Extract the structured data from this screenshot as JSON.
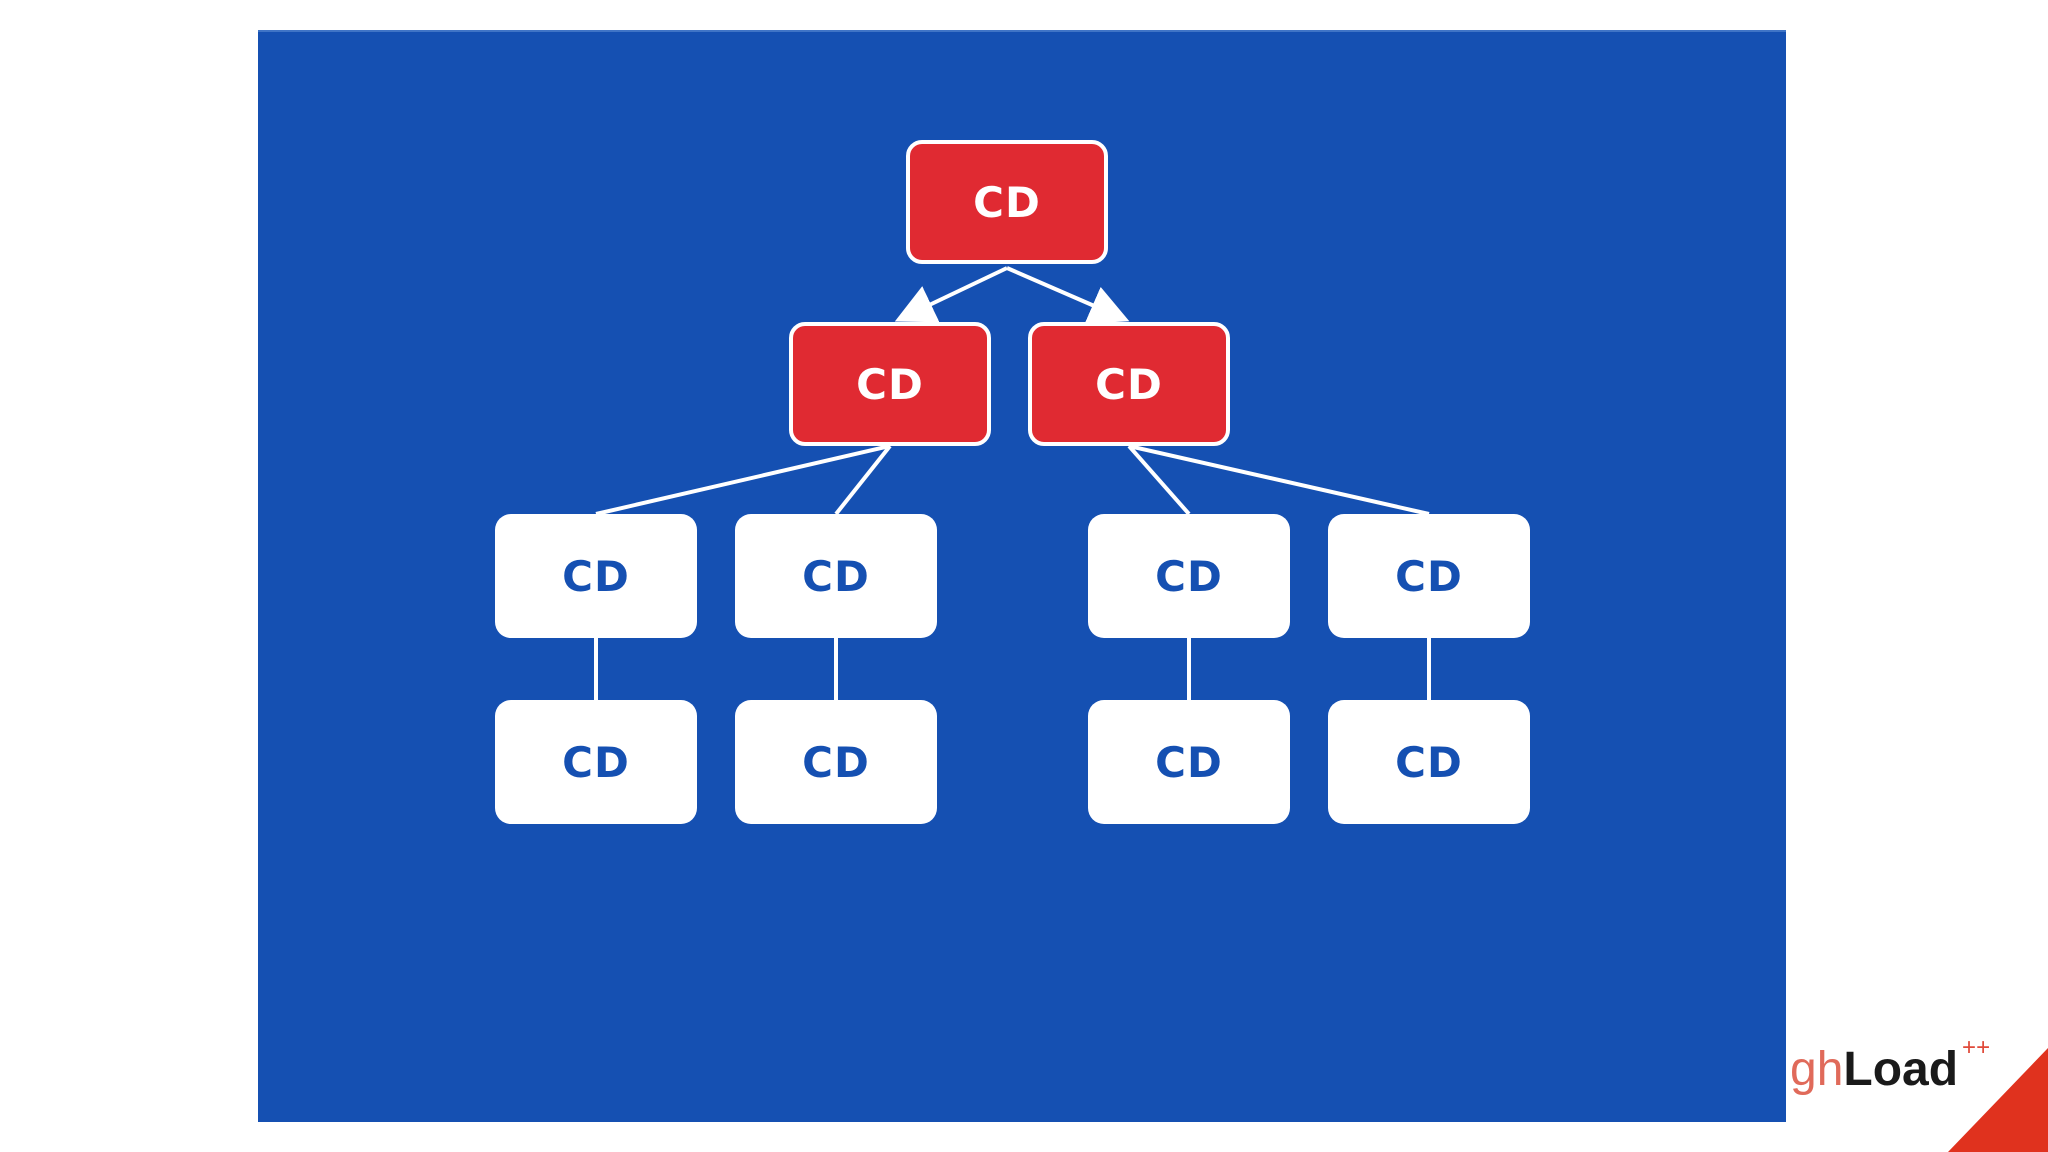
{
  "diagram": {
    "nodes": [
      {
        "id": "root",
        "label": "CD",
        "style": "red"
      },
      {
        "id": "mid-left",
        "label": "CD",
        "style": "red"
      },
      {
        "id": "mid-right",
        "label": "CD",
        "style": "red"
      },
      {
        "id": "leaf-1",
        "label": "CD",
        "style": "white"
      },
      {
        "id": "leaf-2",
        "label": "CD",
        "style": "white"
      },
      {
        "id": "leaf-3",
        "label": "CD",
        "style": "white"
      },
      {
        "id": "leaf-4",
        "label": "CD",
        "style": "white"
      },
      {
        "id": "leaf-5",
        "label": "CD",
        "style": "white"
      },
      {
        "id": "leaf-6",
        "label": "CD",
        "style": "white"
      },
      {
        "id": "leaf-7",
        "label": "CD",
        "style": "white"
      },
      {
        "id": "leaf-8",
        "label": "CD",
        "style": "white"
      }
    ],
    "edges": [
      {
        "from": "root",
        "to": "mid-left",
        "arrow": true
      },
      {
        "from": "root",
        "to": "mid-right",
        "arrow": true
      },
      {
        "from": "mid-left",
        "to": "leaf-1",
        "arrow": false
      },
      {
        "from": "mid-left",
        "to": "leaf-2",
        "arrow": false
      },
      {
        "from": "mid-right",
        "to": "leaf-3",
        "arrow": false
      },
      {
        "from": "mid-right",
        "to": "leaf-4",
        "arrow": false
      },
      {
        "from": "leaf-1",
        "to": "leaf-5",
        "arrow": false
      },
      {
        "from": "leaf-2",
        "to": "leaf-6",
        "arrow": false
      },
      {
        "from": "leaf-3",
        "to": "leaf-7",
        "arrow": false
      },
      {
        "from": "leaf-4",
        "to": "leaf-8",
        "arrow": false
      }
    ]
  },
  "logo": {
    "prefix": "gh",
    "main": "Load",
    "suffix": "++"
  },
  "colors": {
    "panel": "#1550b2",
    "node_red": "#e02a32",
    "node_white": "#ffffff",
    "node_text_blue": "#1550b2",
    "corner_accent": "#e0321e"
  }
}
